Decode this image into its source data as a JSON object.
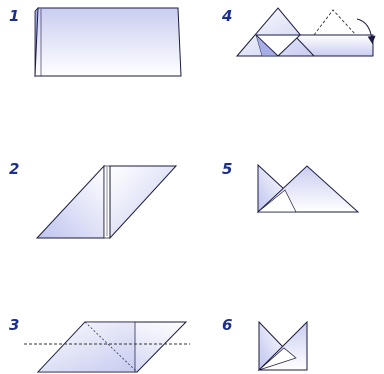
{
  "steps": [
    {
      "number": "1"
    },
    {
      "number": "2"
    },
    {
      "number": "3"
    },
    {
      "number": "4"
    },
    {
      "number": "5"
    },
    {
      "number": "6"
    }
  ],
  "colors": {
    "step_number": "#1c2f8c",
    "outline": "#1a1a40",
    "paper_light": "#ffffff",
    "paper_shade": "#c9cdf0",
    "fold_line": "#333333"
  }
}
